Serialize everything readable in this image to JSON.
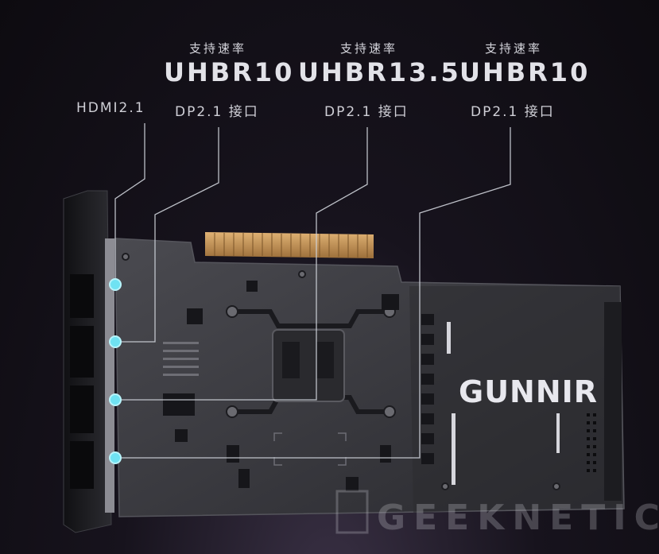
{
  "labels": {
    "port1": "HDMI2.1",
    "port2": "DP2.1 接口",
    "port3": "DP2.1 接口",
    "port4": "DP2.1 接口"
  },
  "rates": {
    "caption1": "支持速率",
    "value1": "UHBR10",
    "caption2": "支持速率",
    "value2": "UHBR13.5",
    "caption3": "支持速率",
    "value3": "UHBR10"
  },
  "brand": "GUNNIR",
  "watermark": "GEEKNETIC",
  "colors": {
    "port_dot": "#6fe2f2",
    "card_body": "#3c3c42",
    "bracket": "#1e1e22",
    "pcie_gold": "#c99b5a"
  }
}
